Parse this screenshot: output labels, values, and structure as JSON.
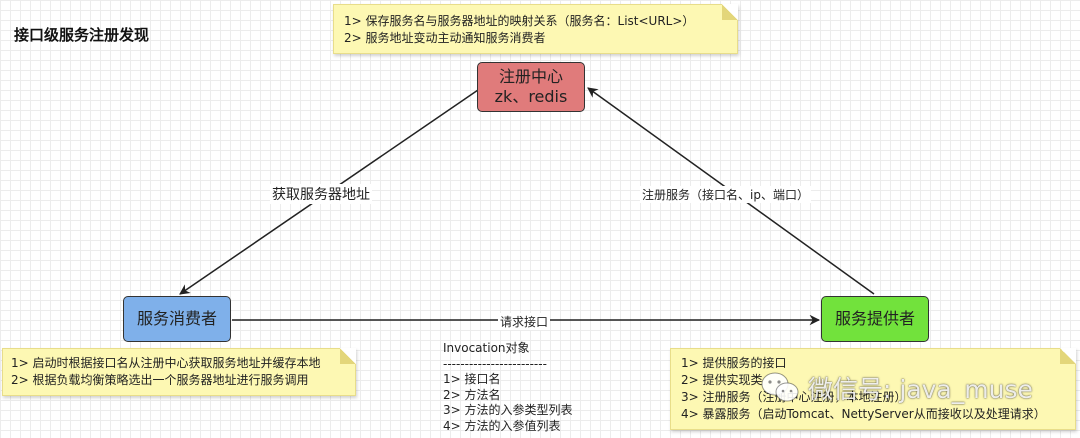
{
  "title": "接口级服务注册发现",
  "notes": {
    "registry": [
      "1> 保存服务名与服务器地址的映射关系（服务名：List<URL>）",
      "2> 服务地址变动主动通知服务消费者"
    ],
    "consumer": [
      "1> 启动时根据接口名从注册中心获取服务地址并缓存本地",
      "2> 根据负载均衡策略选出一个服务器地址进行服务调用"
    ],
    "provider": [
      "1> 提供服务的接口",
      "2> 提供实现类",
      "3> 注册服务（注册中心注册，本地注册）",
      "4> 暴露服务（启动Tomcat、NettyServer从而接收以及处理请求）"
    ]
  },
  "nodes": {
    "registry": {
      "line1": "注册中心",
      "line2": "zk、redis",
      "color": "#e07b7b"
    },
    "consumer": {
      "label": "服务消费者",
      "color": "#7fb0ea"
    },
    "provider": {
      "label": "服务提供者",
      "color": "#72e23c"
    }
  },
  "edges": {
    "consumer_to_registry": "获取服务器地址",
    "provider_to_registry": "注册服务（接口名、ip、端口）",
    "consumer_to_provider": "请求接口"
  },
  "invocation": {
    "title": "Invocation对象",
    "divider": "------------------------",
    "items": [
      "1> 接口名",
      "2> 方法名",
      "3> 方法的入参类型列表",
      "4> 方法的入参值列表"
    ]
  },
  "watermark": "微信号: java_muse"
}
